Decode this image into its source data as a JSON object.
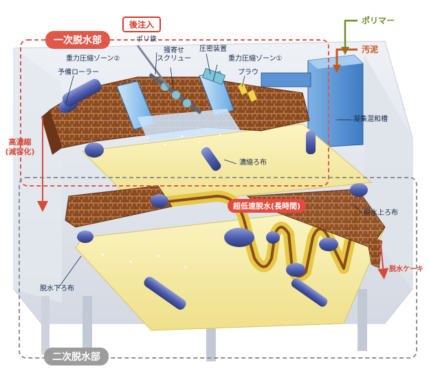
{
  "zones": {
    "primary": "一次脱水部",
    "secondary": "二次脱水部"
  },
  "labels": {
    "post_injection": "後注入",
    "polymer": "ポリマー",
    "sludge": "汚泥",
    "poly_iron": "ポリ鉄",
    "gravity_zone_2": "重力圧縮ゾーン②",
    "gravity_zone_1": "重力圧縮ゾーン①",
    "pre_roller": "予備ローラー",
    "gathering_screw_line1": "掻寄せ",
    "gathering_screw_line2": "スクリュー",
    "compaction_device": "圧密装置",
    "plow": "プラウ",
    "flocculation_tank": "凝集混和槽",
    "high_concentration": "高濃縮",
    "volume_reduction": "(減容化)",
    "thickening_cloth": "濃縮ろ布",
    "ultra_low_speed": "超低速脱水(長時間)",
    "upper_cloth": "脱水上ろ布",
    "dewatered_cake": "脱水ケーキ",
    "lower_cloth": "脱水下ろ布"
  },
  "colors": {
    "accent_red": "#d64a3a",
    "sludge_brown": "#8a4a22",
    "cloth_yellow": "#f7eea6",
    "roller_blue": "#4f5fb0",
    "frame_gray": "#d9dde6",
    "polymer_olive": "#6e8b1e",
    "sludge_orange": "#c9541d"
  }
}
